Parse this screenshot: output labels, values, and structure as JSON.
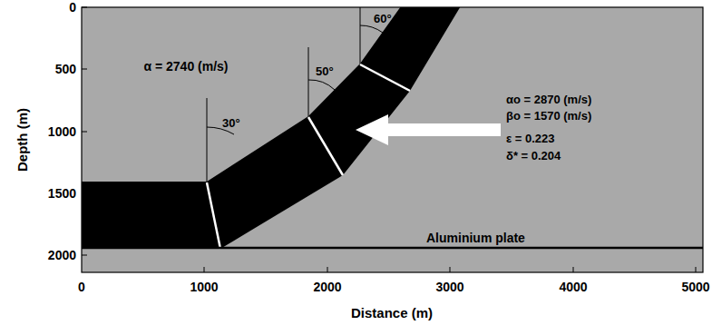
{
  "diagram": {
    "labels": [
      "0",
      "500",
      "1000",
      "1500",
      "2000",
      "0",
      "1000",
      "2000",
      "3000",
      "4000",
      "5000",
      "Depth (m)",
      "Distance (m)",
      "α = 2740 (m/s)",
      "60°",
      "50°",
      "30°",
      "αo = 2870 (m/s)",
      "βo = 1570 (m/s)",
      "ε = 0.223",
      "δ* = 0.204",
      "Aluminium plate"
    ]
  }
}
